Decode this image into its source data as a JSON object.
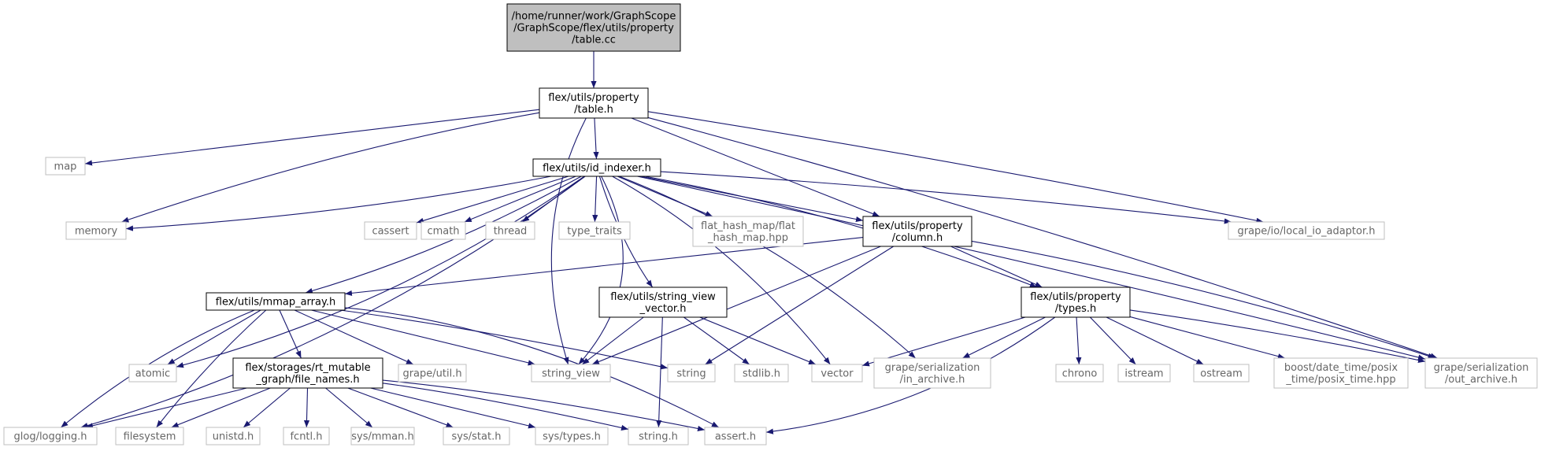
{
  "diagram": {
    "colors": {
      "edge": "#191970",
      "root_fill": "#bfbfbf",
      "project_border": "#000000",
      "system_border": "#bfbfbf",
      "system_text": "#666666",
      "text": "#000000"
    },
    "nodes": [
      {
        "id": "root",
        "kind": "root",
        "lines": [
          "/home/runner/work/GraphScope",
          "/GraphScope/flex/utils/property",
          "/table.cc"
        ]
      },
      {
        "id": "table_h",
        "kind": "project",
        "lines": [
          "flex/utils/property",
          "/table.h"
        ]
      },
      {
        "id": "map",
        "kind": "system",
        "lines": [
          "map"
        ]
      },
      {
        "id": "id_indexer",
        "kind": "project",
        "lines": [
          "flex/utils/id_indexer.h"
        ]
      },
      {
        "id": "memory",
        "kind": "system",
        "lines": [
          "memory"
        ]
      },
      {
        "id": "cassert",
        "kind": "system",
        "lines": [
          "cassert"
        ]
      },
      {
        "id": "cmath",
        "kind": "system",
        "lines": [
          "cmath"
        ]
      },
      {
        "id": "thread",
        "kind": "system",
        "lines": [
          "thread"
        ]
      },
      {
        "id": "type_traits",
        "kind": "system",
        "lines": [
          "type_traits"
        ]
      },
      {
        "id": "flat_hash_map",
        "kind": "system",
        "lines": [
          "flat_hash_map/flat",
          "_hash_map.hpp"
        ]
      },
      {
        "id": "column_h",
        "kind": "project",
        "lines": [
          "flex/utils/property",
          "/column.h"
        ]
      },
      {
        "id": "local_io",
        "kind": "system",
        "lines": [
          "grape/io/local_io_adaptor.h"
        ]
      },
      {
        "id": "mmap_array",
        "kind": "project",
        "lines": [
          "flex/utils/mmap_array.h"
        ]
      },
      {
        "id": "string_view_vector",
        "kind": "project",
        "lines": [
          "flex/utils/string_view",
          "_vector.h"
        ]
      },
      {
        "id": "types_h",
        "kind": "project",
        "lines": [
          "flex/utils/property",
          "/types.h"
        ]
      },
      {
        "id": "atomic",
        "kind": "system",
        "lines": [
          "atomic"
        ]
      },
      {
        "id": "file_names",
        "kind": "project",
        "lines": [
          "flex/storages/rt_mutable",
          "_graph/file_names.h"
        ]
      },
      {
        "id": "grape_util",
        "kind": "system",
        "lines": [
          "grape/util.h"
        ]
      },
      {
        "id": "string_view",
        "kind": "system",
        "lines": [
          "string_view"
        ]
      },
      {
        "id": "string",
        "kind": "system",
        "lines": [
          "string"
        ]
      },
      {
        "id": "stdlib",
        "kind": "system",
        "lines": [
          "stdlib.h"
        ]
      },
      {
        "id": "vector",
        "kind": "system",
        "lines": [
          "vector"
        ]
      },
      {
        "id": "in_archive",
        "kind": "system",
        "lines": [
          "grape/serialization",
          "/in_archive.h"
        ]
      },
      {
        "id": "chrono",
        "kind": "system",
        "lines": [
          "chrono"
        ]
      },
      {
        "id": "istream",
        "kind": "system",
        "lines": [
          "istream"
        ]
      },
      {
        "id": "ostream",
        "kind": "system",
        "lines": [
          "ostream"
        ]
      },
      {
        "id": "posix_time",
        "kind": "system",
        "lines": [
          "boost/date_time/posix",
          "_time/posix_time.hpp"
        ]
      },
      {
        "id": "out_archive",
        "kind": "system",
        "lines": [
          "grape/serialization",
          "/out_archive.h"
        ]
      },
      {
        "id": "glog",
        "kind": "system",
        "lines": [
          "glog/logging.h"
        ]
      },
      {
        "id": "filesystem",
        "kind": "system",
        "lines": [
          "filesystem"
        ]
      },
      {
        "id": "unistd",
        "kind": "system",
        "lines": [
          "unistd.h"
        ]
      },
      {
        "id": "fcntl",
        "kind": "system",
        "lines": [
          "fcntl.h"
        ]
      },
      {
        "id": "sys_mman",
        "kind": "system",
        "lines": [
          "sys/mman.h"
        ]
      },
      {
        "id": "sys_stat",
        "kind": "system",
        "lines": [
          "sys/stat.h"
        ]
      },
      {
        "id": "sys_types",
        "kind": "system",
        "lines": [
          "sys/types.h"
        ]
      },
      {
        "id": "string_h",
        "kind": "system",
        "lines": [
          "string.h"
        ]
      },
      {
        "id": "assert_h",
        "kind": "system",
        "lines": [
          "assert.h"
        ]
      }
    ],
    "edges": [
      [
        "root",
        "table_h"
      ],
      [
        "table_h",
        "map"
      ],
      [
        "table_h",
        "memory"
      ],
      [
        "table_h",
        "id_indexer"
      ],
      [
        "table_h",
        "string_view"
      ],
      [
        "table_h",
        "column_h"
      ],
      [
        "table_h",
        "local_io"
      ],
      [
        "table_h",
        "out_archive"
      ],
      [
        "id_indexer",
        "memory"
      ],
      [
        "id_indexer",
        "cassert"
      ],
      [
        "id_indexer",
        "cmath"
      ],
      [
        "id_indexer",
        "thread"
      ],
      [
        "id_indexer",
        "type_traits"
      ],
      [
        "id_indexer",
        "flat_hash_map"
      ],
      [
        "id_indexer",
        "column_h"
      ],
      [
        "id_indexer",
        "local_io"
      ],
      [
        "id_indexer",
        "mmap_array"
      ],
      [
        "id_indexer",
        "string_view_vector"
      ],
      [
        "id_indexer",
        "types_h"
      ],
      [
        "id_indexer",
        "atomic"
      ],
      [
        "id_indexer",
        "glog"
      ],
      [
        "id_indexer",
        "string_view"
      ],
      [
        "id_indexer",
        "vector"
      ],
      [
        "id_indexer",
        "in_archive"
      ],
      [
        "id_indexer",
        "out_archive"
      ],
      [
        "column_h",
        "mmap_array"
      ],
      [
        "column_h",
        "types_h"
      ],
      [
        "column_h",
        "string_view"
      ],
      [
        "column_h",
        "string"
      ],
      [
        "column_h",
        "out_archive"
      ],
      [
        "mmap_array",
        "atomic"
      ],
      [
        "mmap_array",
        "file_names"
      ],
      [
        "mmap_array",
        "grape_util"
      ],
      [
        "mmap_array",
        "string_view"
      ],
      [
        "mmap_array",
        "string"
      ],
      [
        "mmap_array",
        "glog"
      ],
      [
        "mmap_array",
        "filesystem"
      ],
      [
        "mmap_array",
        "assert_h"
      ],
      [
        "string_view_vector",
        "string_view"
      ],
      [
        "string_view_vector",
        "stdlib"
      ],
      [
        "string_view_vector",
        "vector"
      ],
      [
        "string_view_vector",
        "string_h"
      ],
      [
        "types_h",
        "vector"
      ],
      [
        "types_h",
        "in_archive"
      ],
      [
        "types_h",
        "chrono"
      ],
      [
        "types_h",
        "istream"
      ],
      [
        "types_h",
        "ostream"
      ],
      [
        "types_h",
        "posix_time"
      ],
      [
        "types_h",
        "out_archive"
      ],
      [
        "types_h",
        "assert_h"
      ],
      [
        "file_names",
        "glog"
      ],
      [
        "file_names",
        "filesystem"
      ],
      [
        "file_names",
        "unistd"
      ],
      [
        "file_names",
        "fcntl"
      ],
      [
        "file_names",
        "sys_mman"
      ],
      [
        "file_names",
        "sys_stat"
      ],
      [
        "file_names",
        "sys_types"
      ],
      [
        "file_names",
        "string_h"
      ],
      [
        "file_names",
        "assert_h"
      ]
    ]
  }
}
